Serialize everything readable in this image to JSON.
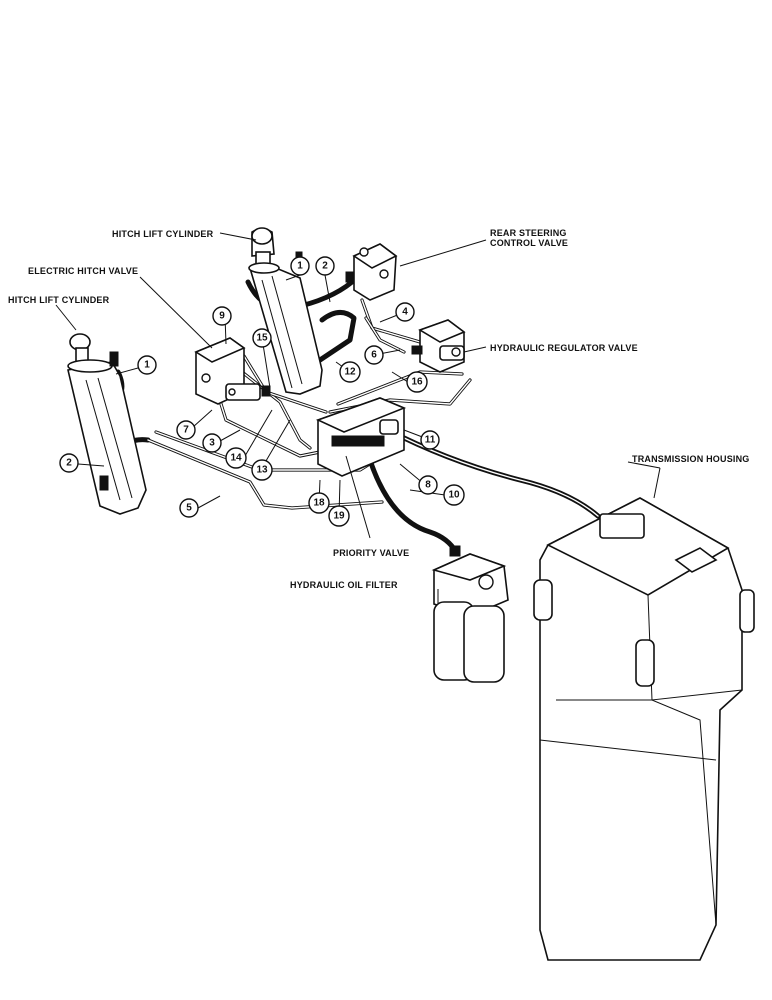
{
  "labels": {
    "hitch_lift_cylinder_top": "HITCH LIFT CYLINDER",
    "electric_hitch_valve": "ELECTRIC HITCH VALVE",
    "hitch_lift_cylinder_left": "HITCH LIFT CYLINDER",
    "rear_steering_line1": "REAR STEERING",
    "rear_steering_line2": "CONTROL VALVE",
    "hydraulic_regulator_valve": "HYDRAULIC REGULATOR VALVE",
    "transmission_housing": "TRANSMISSION  HOUSING",
    "priority_valve": "PRIORITY VALVE",
    "hydraulic_oil_filter": "HYDRAULIC OIL FILTER"
  },
  "callouts": [
    "1",
    "2",
    "9",
    "15",
    "4",
    "6",
    "16",
    "12",
    "1",
    "2",
    "7",
    "3",
    "14",
    "13",
    "11",
    "8",
    "10",
    "18",
    "19",
    "5"
  ]
}
